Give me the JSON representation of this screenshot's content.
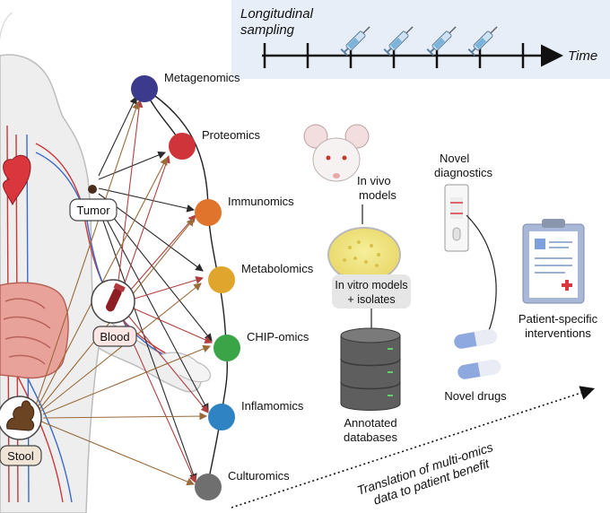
{
  "timeline": {
    "title_line1": "Longitudinal",
    "title_line2": "sampling",
    "axis_label": "Time"
  },
  "samples": {
    "tumor": "Tumor",
    "blood": "Blood",
    "stool": "Stool"
  },
  "omics": [
    {
      "label": "Metagenomics",
      "color": "#3b3a8c"
    },
    {
      "label": "Proteomics",
      "color": "#d0343b"
    },
    {
      "label": "Immunomics",
      "color": "#e0742c"
    },
    {
      "label": "Metabolomics",
      "color": "#e0a52c"
    },
    {
      "label": "CHIP-omics",
      "color": "#3aa447"
    },
    {
      "label": "Inflamomics",
      "color": "#2f83c2"
    },
    {
      "label": "Culturomics",
      "color": "#6f6f6f"
    }
  ],
  "models": {
    "invivo_line1": "In vivo",
    "invivo_line2": "models",
    "invitro_line1": "In vitro models",
    "invitro_line2": "+ isolates",
    "db_line1": "Annotated",
    "db_line2": "databases"
  },
  "outcomes": {
    "diag_line1": "Novel",
    "diag_line2": "diagnostics",
    "drugs": "Novel drugs",
    "patient_line1": "Patient-specific",
    "patient_line2": "interventions"
  },
  "translation": {
    "line1": "Translation of multi-omics",
    "line2": "data to patient benefit"
  },
  "colors": {
    "arrow_dark": "#2a2a2a",
    "arrow_brown": "#9a6a3a",
    "arrow_red": "#b04040",
    "timeline_bg": "#e8eef8"
  }
}
